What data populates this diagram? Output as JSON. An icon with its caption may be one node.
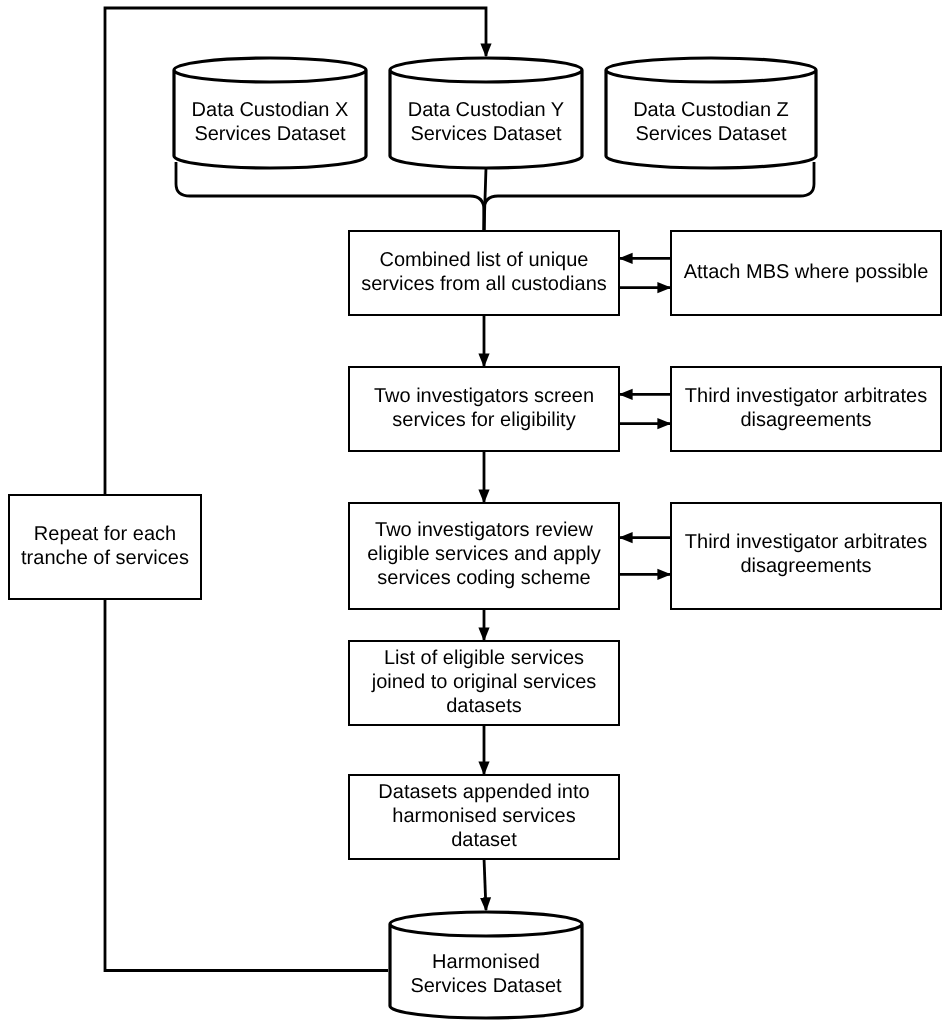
{
  "diagram": {
    "nodes": [
      {
        "text": [
          "Data Custodian X Services Dataset"
        ]
      },
      {
        "text": [
          "Data Custodian Y Services Dataset"
        ]
      },
      {
        "text": [
          "Data Custodian Z Services Dataset"
        ]
      },
      {
        "text": [
          "Combined list of unique services from all custodians"
        ]
      },
      {
        "text": [
          "Attach MBS where possible"
        ]
      },
      {
        "text": [
          "Two investigators screen services for eligibility"
        ]
      },
      {
        "text": [
          "Third investigator arbitrates disagreements"
        ]
      },
      {
        "text": [
          "Two investigators review eligible services and apply services coding scheme"
        ]
      },
      {
        "text": [
          "Third investigator arbitrates disagreements"
        ]
      },
      {
        "text": [
          "List of eligible services joined to original services datasets"
        ]
      },
      {
        "text": [
          "Datasets appended into harmonised services dataset"
        ]
      },
      {
        "text": [
          "Repeat for each tranche of services"
        ]
      },
      {
        "text": [
          "Harmonised Services Dataset"
        ]
      }
    ],
    "edges": [
      {
        "from": 0,
        "to": 3,
        "arrow": "none"
      },
      {
        "from": 1,
        "to": 3,
        "arrow": "none"
      },
      {
        "from": 2,
        "to": 3,
        "arrow": "none"
      },
      {
        "from": 4,
        "to": 3,
        "arrow": "to"
      },
      {
        "from": 3,
        "to": 4,
        "arrow": "to"
      },
      {
        "from": 3,
        "to": 5,
        "arrow": "to"
      },
      {
        "from": 6,
        "to": 5,
        "arrow": "to"
      },
      {
        "from": 5,
        "to": 6,
        "arrow": "to"
      },
      {
        "from": 5,
        "to": 7,
        "arrow": "to"
      },
      {
        "from": 8,
        "to": 7,
        "arrow": "to"
      },
      {
        "from": 7,
        "to": 8,
        "arrow": "to"
      },
      {
        "from": 7,
        "to": 9,
        "arrow": "to"
      },
      {
        "from": 9,
        "to": 10,
        "arrow": "to"
      },
      {
        "from": 10,
        "to": 12,
        "arrow": "to"
      },
      {
        "from": 12,
        "to": 11,
        "arrow": "none"
      },
      {
        "from": 11,
        "to": 1,
        "arrow": "to"
      }
    ]
  }
}
